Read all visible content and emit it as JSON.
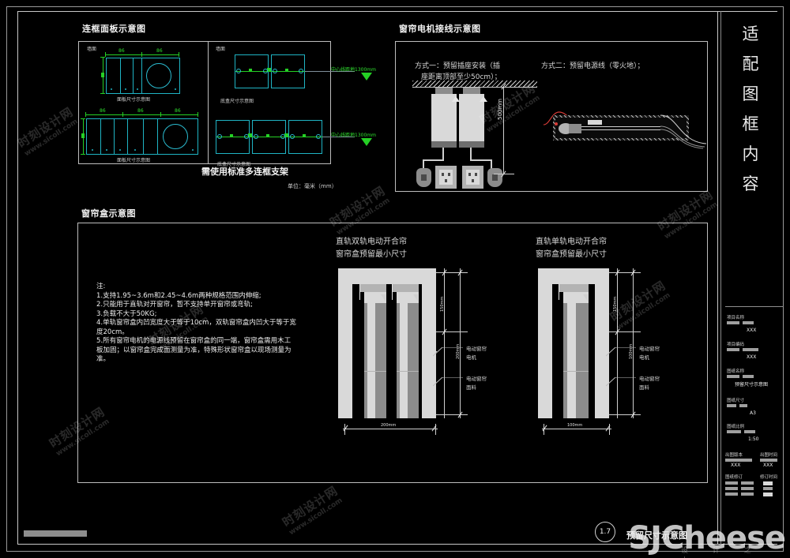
{
  "sheet": {
    "frame_note_vertical": "适配图框内容",
    "units_note": "单位：毫米（mm）",
    "bottom_number": "1.7",
    "bottom_title": "预留尺寸示意图"
  },
  "panels": {
    "panel_frame": {
      "title": "连框面板示意图",
      "wall_label_left": "墙面",
      "wall_label_right": "墙面",
      "caption_panel_1": "面板尺寸示意图",
      "caption_panel_2": "面板尺寸示意图",
      "caption_box_1": "底盒尺寸示意图",
      "caption_box_2": "底盒尺寸示意图",
      "bracket_note": "需使用标准多连框支架",
      "centerline_1": "中心线距地1300mm",
      "centerline_2": "中心线距地1300mm",
      "dim_86": "86"
    },
    "motor_wiring": {
      "title": "窗帘电机接线示意图",
      "method_1_line_1": "方式一：预留插座安装（插",
      "method_1_line_2": "座距离顶部至少50cm）；",
      "method_2": "方式二：预留电源线（零火地）；",
      "dim_500": "500mm"
    },
    "curtain_box": {
      "title": "窗帘盒示意图",
      "left_caption_1": "直轨双轨电动开合帘",
      "left_caption_2": "窗帘盒预留最小尺寸",
      "right_caption_1": "直轨单轨电动开合帘",
      "right_caption_2": "窗帘盒预留最小尺寸",
      "label_motor": "电动窗帘",
      "label_motor_2": "电机",
      "label_fabric": "电动窗帘",
      "label_fabric_2": "面料",
      "dim_left_bottom": "200mm",
      "dim_right_bottom": "100mm",
      "dim_left_v1": "150mm",
      "dim_left_v2": "200mm",
      "dim_right_v1": "150mm",
      "dim_right_v2": "100mm"
    }
  },
  "notes": {
    "heading": "注:",
    "lines": [
      "1.支持1.95~3.6m和2.45~4.6m两种规格范围内伸缩;",
      "2.只能用于直轨对开窗帘，暂不支持单开窗帘或弯轨;",
      "3.负载不大于50KG;",
      "4.单轨窗帘盒内凹宽度大于等于10cm，双轨窗帘盒内凹大于等于宽",
      "度20cm。",
      "5.所有窗帘电机的电源线预留在窗帘盒的同一端，窗帘盒需用木工",
      "板加固；以窗帘盒完成面测量为准，特殊形状窗帘盒以现场测量为",
      "准。"
    ]
  },
  "title_block": {
    "fields": [
      {
        "label": "项目名称",
        "value": "XXX"
      },
      {
        "label": "项目编码",
        "value": "XXX"
      },
      {
        "label": "图纸名称",
        "value": "预留尺寸示意图"
      },
      {
        "label": "图纸尺寸",
        "value": "A3"
      },
      {
        "label": "图纸比例",
        "value": "1:50"
      }
    ],
    "version_label": "出图版本",
    "version_value": "XXX",
    "date_label": "出图时间",
    "date_value": "XXX",
    "revision_label": "图纸修订",
    "revision_date_label": "修订时间"
  },
  "watermark": {
    "brand": "时刻设计网",
    "url": "www.sicoll.com",
    "overlay": "SJCheese",
    "overlay_sub": "设 计 之 土"
  }
}
